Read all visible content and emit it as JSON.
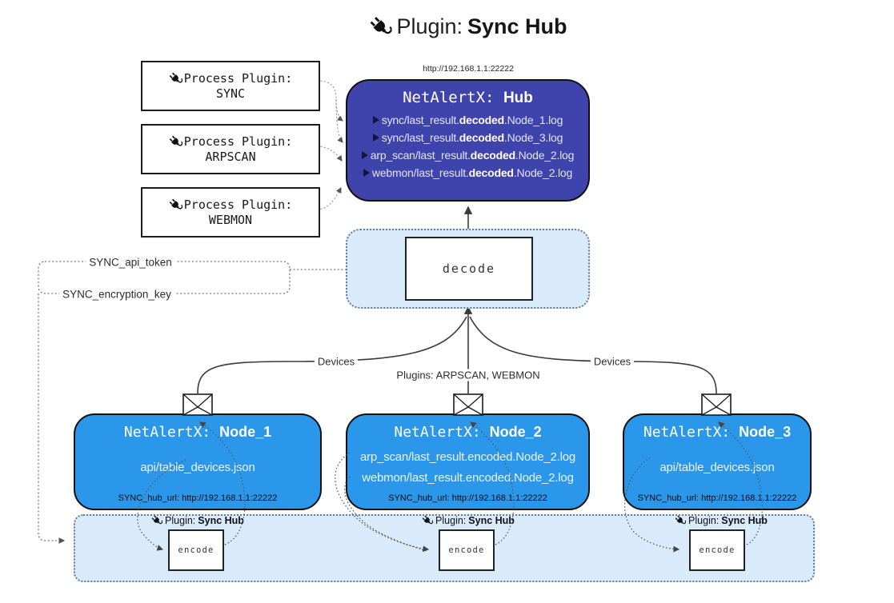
{
  "title": {
    "prefix": "Plugin: ",
    "bold": "Sync Hub"
  },
  "process_plugins": [
    {
      "label": "Process Plugin:",
      "name": "SYNC"
    },
    {
      "label": "Process Plugin:",
      "name": "ARPSCAN"
    },
    {
      "label": "Process Plugin:",
      "name": "WEBMON"
    }
  ],
  "hub": {
    "url": "http://192.168.1.1:22222",
    "title_prefix": "NetAlertX: ",
    "title_name": "Hub",
    "lines": [
      {
        "prefix": "sync/last_result.",
        "bold": "decoded",
        "suffix": ".Node_1.log"
      },
      {
        "prefix": "sync/last_result.",
        "bold": "decoded",
        "suffix": ".Node_3.log"
      },
      {
        "prefix": "arp_scan/last_result.",
        "bold": "decoded",
        "suffix": ".Node_2.log"
      },
      {
        "prefix": "webmon/last_result.",
        "bold": "decoded",
        "suffix": ".Node_2.log"
      }
    ]
  },
  "decode_label": "decode",
  "settings": {
    "api_token": "SYNC_api_token",
    "encryption_key": "SYNC_encryption_key"
  },
  "edges": {
    "left_label": "Devices",
    "center_label": "Plugins: ARPSCAN, WEBMON",
    "right_label": "Devices"
  },
  "nodes": [
    {
      "title_prefix": "NetAlertX: ",
      "title_name": "Node_1",
      "lines": [
        "api/table_devices.json"
      ],
      "footer": "SYNC_hub_url: http://192.168.1.1:22222"
    },
    {
      "title_prefix": "NetAlertX: ",
      "title_name": "Node_2",
      "lines": [
        "arp_scan/last_result.encoded.Node_2.log",
        "webmon/last_result.encoded.Node_2.log"
      ],
      "footer": "SYNC_hub_url: http://192.168.1.1:22222"
    },
    {
      "title_prefix": "NetAlertX: ",
      "title_name": "Node_3",
      "lines": [
        "api/table_devices.json"
      ],
      "footer": "SYNC_hub_url: http://192.168.1.1:22222"
    }
  ],
  "encode_band": {
    "plugin_prefix": "Plugin: ",
    "plugin_bold": "Sync Hub",
    "encode_label": "encode"
  },
  "icons": {
    "plug": "electric-plug",
    "envelope": "envelope-message"
  },
  "colors": {
    "hub_fill": "#3F44AC",
    "node_fill": "#2B97EB",
    "container_fill": "#D9EAFB",
    "container_border": "#5D7D9B",
    "solid_line": "#3A3A3A",
    "dotted_line": "#666666"
  }
}
